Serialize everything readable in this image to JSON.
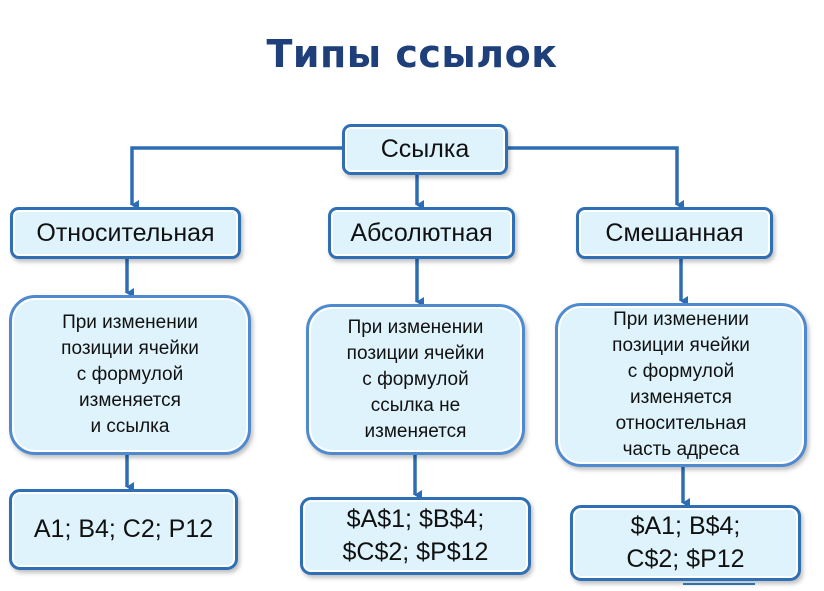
{
  "title": "Типы ссылок",
  "root": "Ссылка",
  "branches": [
    {
      "name": "Относительная",
      "description": "При изменении\nпозиции ячейки\nс формулой\nизменяется\nи ссылка",
      "example": "A1; B4; C2; P12"
    },
    {
      "name": "Абсолютная",
      "description": "При изменении\nпозиции ячейки\nс формулой\nссылка не\nизменяется",
      "example": "$A$1; $B$4;\n$C$2; $P$12"
    },
    {
      "name": "Смешанная",
      "description": "При изменении\nпозиции ячейки\nс формулой\nизменяется\nотносительная\nчасть адреса",
      "example": "$A1; B$4;\nC$2; $P12"
    }
  ],
  "colors": {
    "title": "#1f3f7a",
    "border": "#2f6fb5",
    "fill": "#def3fb",
    "connector": "#2e6db3"
  }
}
